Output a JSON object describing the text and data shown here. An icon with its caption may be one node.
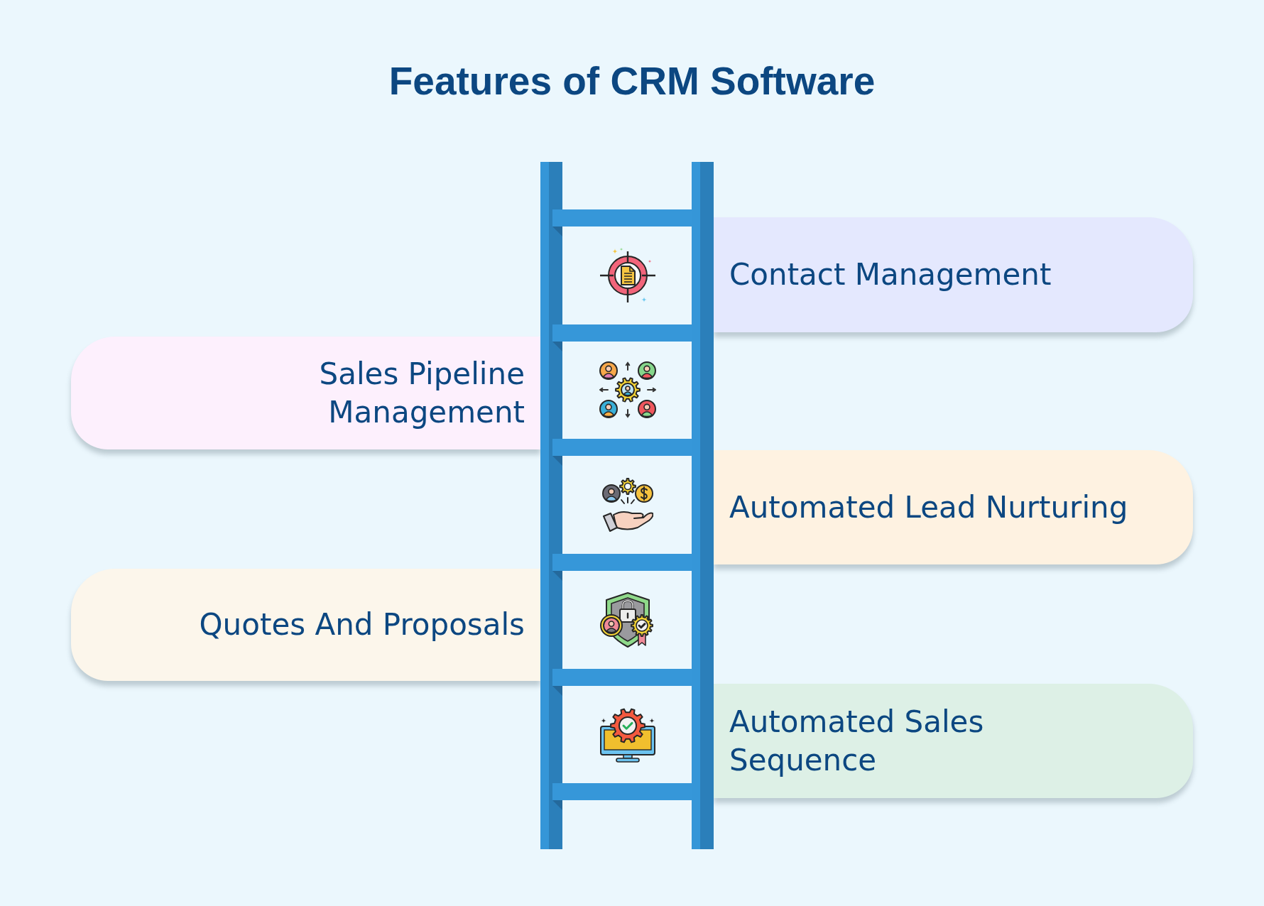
{
  "diagram": {
    "title": "Features of CRM Software",
    "nodes": [
      {
        "text": [
          "Contact Management"
        ]
      },
      {
        "text": [
          "Sales Pipeline Management"
        ]
      },
      {
        "text": [
          "Automated Lead Nurturing"
        ]
      },
      {
        "text": [
          "Quotes And Proposals"
        ]
      },
      {
        "text": [
          "Automated Sales Sequence"
        ]
      }
    ]
  }
}
